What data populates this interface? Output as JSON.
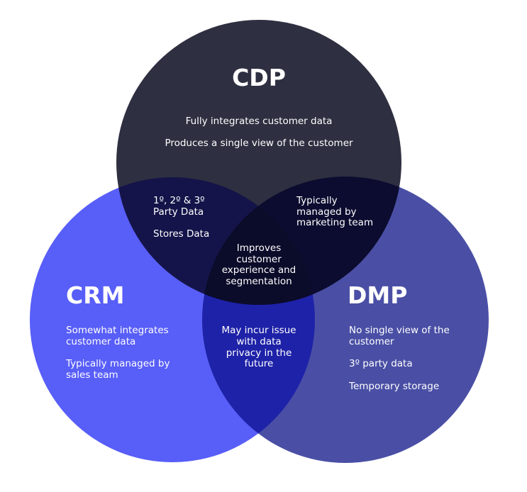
{
  "colors": {
    "cdp": "#2e2f40",
    "crm": "#585ef8",
    "dmp": "#4a4fa5",
    "cdp_crm": "#14144a",
    "cdp_dmp": "#0c0c30",
    "crm_dmp": "#1e22a8",
    "all": "#0b0b2a",
    "text": "#ffffff"
  },
  "cdp": {
    "title": "CDP",
    "lines": [
      "Fully integrates customer data",
      "Produces a single view of the customer"
    ]
  },
  "crm": {
    "title": "CRM",
    "lines": [
      "Somewhat integrates",
      "customer data",
      "Typically managed  by",
      "sales team"
    ]
  },
  "dmp": {
    "title": "DMP",
    "lines": [
      "No single view of the",
      "customer",
      "3º party data",
      "Temporary storage"
    ]
  },
  "cdp_crm": {
    "lines": [
      "1º, 2º & 3º",
      "Party Data",
      "Stores Data"
    ]
  },
  "cdp_dmp": {
    "lines": [
      "Typically",
      "managed by",
      "marketing team"
    ]
  },
  "all": {
    "lines": [
      "Improves",
      "customer",
      "experience and",
      "segmentation"
    ]
  },
  "crm_dmp": {
    "lines": [
      "May incur issue",
      "with data",
      "privacy in the",
      "future"
    ]
  }
}
